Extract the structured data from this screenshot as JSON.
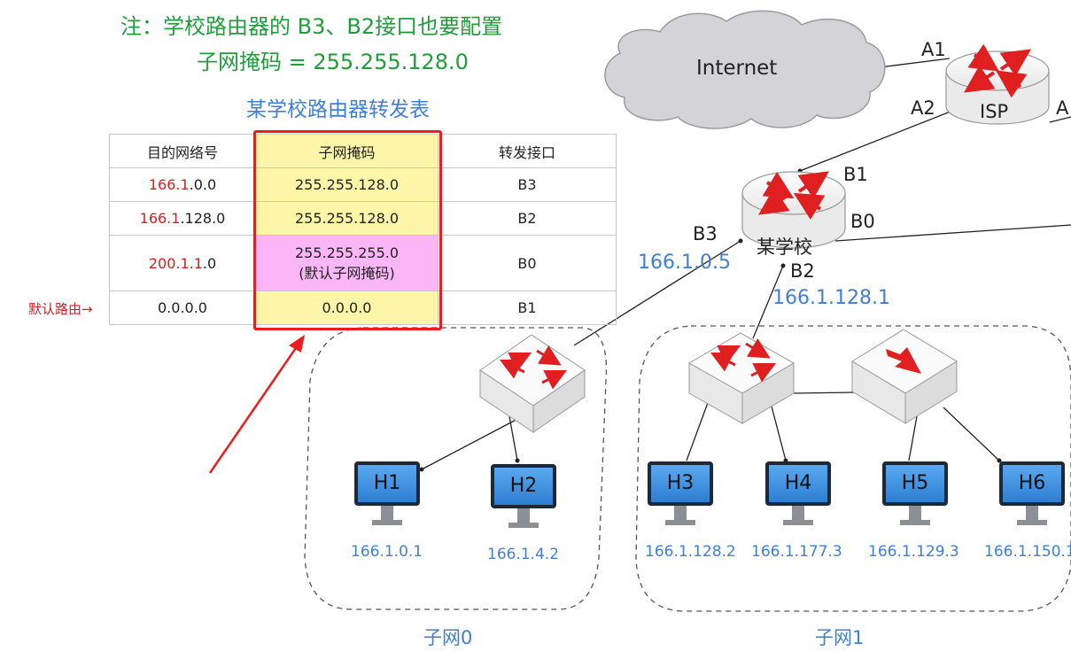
{
  "note": {
    "line1": "注：学校路由器的 B3、B2接口也要配置",
    "line2": "子网掩码 = 255.255.128.0"
  },
  "table_title": "某学校路由器转发表",
  "table": {
    "headers": [
      "目的网络号",
      "子网掩码",
      "转发接口"
    ],
    "rows": [
      {
        "net_red": "166.1",
        "net_rest": ".0.0",
        "mask": "255.255.128.0",
        "mask_note": "",
        "iface": "B3"
      },
      {
        "net_red": "166.1",
        "net_rest": ".128.0",
        "mask": "255.255.128.0",
        "mask_note": "",
        "iface": "B2"
      },
      {
        "net_red": "200.1.1",
        "net_rest": ".0",
        "mask": "255.255.255.0",
        "mask_note": "(默认子网掩码)",
        "iface": "B0"
      },
      {
        "net_red": "",
        "net_rest": "0.0.0.0",
        "mask": "0.0.0.0",
        "mask_note": "",
        "iface": "B1"
      }
    ]
  },
  "default_route_label": "默认路由→",
  "internet_label": "Internet",
  "isp": {
    "name": "ISP",
    "ports": [
      "A1",
      "A2",
      "A"
    ]
  },
  "school_router": {
    "name": "某学校",
    "ports": [
      "B1",
      "B0",
      "B3",
      "B2"
    ]
  },
  "iface_ips": {
    "b3": "166.1.0.5",
    "b2": "166.1.128.1"
  },
  "hosts": [
    {
      "name": "H1",
      "ip": "166.1.0.1"
    },
    {
      "name": "H2",
      "ip": "166.1.4.2"
    },
    {
      "name": "H3",
      "ip": "166.1.128.2"
    },
    {
      "name": "H4",
      "ip": "166.1.177.3"
    },
    {
      "name": "H5",
      "ip": "166.1.129.3"
    },
    {
      "name": "H6",
      "ip": "166.1.150.1"
    }
  ],
  "subnets": [
    "子网0",
    "子网1"
  ],
  "colors": {
    "note": "#1f9e3a",
    "blue": "#3f7fd6",
    "red": "#d42020",
    "highlight_box": "#ee1c1c",
    "yellow": "#fdf6a8",
    "pink": "#fbb6f7"
  }
}
